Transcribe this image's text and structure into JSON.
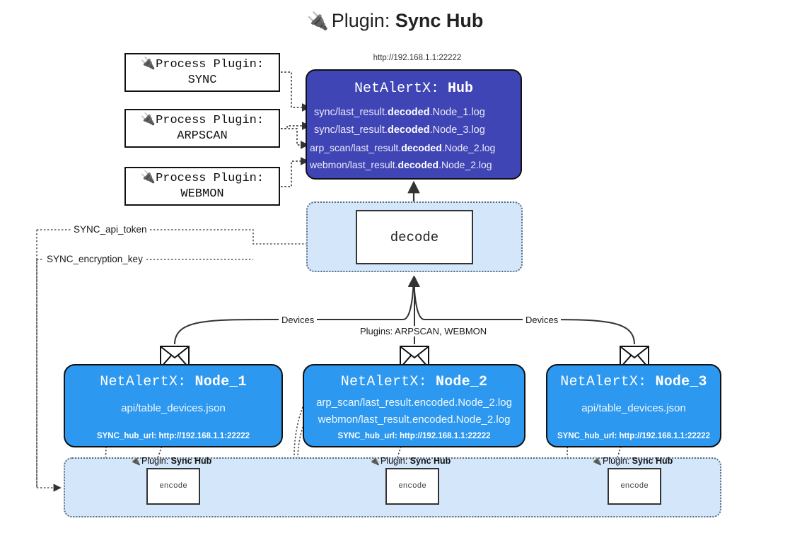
{
  "title": {
    "icon": "plug-icon",
    "prefix": "Plugin: ",
    "name": "Sync Hub"
  },
  "hub": {
    "url": "http://192.168.1.1:22222",
    "label_prefix": "NetAlertX: ",
    "label_name": "Hub",
    "logs": [
      {
        "pre": "sync/last_result.",
        "em": "decoded",
        "post": ".Node_1.log"
      },
      {
        "pre": "sync/last_result.",
        "em": "decoded",
        "post": ".Node_3.log"
      },
      {
        "pre": "arp_scan/last_result.",
        "em": "decoded",
        "post": ".Node_2.log"
      },
      {
        "pre": "webmon/last_result.",
        "em": "decoded",
        "post": ".Node_2.log"
      }
    ]
  },
  "process_plugins": [
    {
      "icon": "plug-icon",
      "line1": "Process Plugin:",
      "line2": "SYNC"
    },
    {
      "icon": "plug-icon",
      "line1": "Process Plugin:",
      "line2": "ARPSCAN"
    },
    {
      "icon": "plug-icon",
      "line1": "Process Plugin:",
      "line2": "WEBMON"
    }
  ],
  "decode": {
    "box_label": "decode"
  },
  "keys": [
    {
      "label": "SYNC_api_token"
    },
    {
      "label": "SYNC_encryption_key"
    }
  ],
  "mid_labels": {
    "devices_left": "Devices",
    "plugins_center": "Plugins: ARPSCAN, WEBMON",
    "devices_right": "Devices"
  },
  "nodes": [
    {
      "title_prefix": "NetAlertX: ",
      "title_name": "Node_1",
      "lines": [
        "api/table_devices.json"
      ],
      "url_key": "SYNC_hub_url: ",
      "url_value": "http://192.168.1.1:22222",
      "envelope": "envelope-icon"
    },
    {
      "title_prefix": "NetAlertX: ",
      "title_name": "Node_2",
      "lines": [
        "arp_scan/last_result.encoded.Node_2.log",
        "webmon/last_result.encoded.Node_2.log"
      ],
      "url_key": "SYNC_hub_url: ",
      "url_value": "http://192.168.1.1:22222",
      "envelope": "envelope-icon"
    },
    {
      "title_prefix": "NetAlertX: ",
      "title_name": "Node_3",
      "lines": [
        "api/table_devices.json"
      ],
      "url_key": "SYNC_hub_url: ",
      "url_value": "http://192.168.1.1:22222",
      "envelope": "envelope-icon"
    }
  ],
  "encoders": [
    {
      "caption_prefix": "Plugin: ",
      "caption_name": "Sync Hub",
      "box_label": "encode",
      "icon": "plug-icon"
    },
    {
      "caption_prefix": "Plugin: ",
      "caption_name": "Sync Hub",
      "box_label": "encode",
      "icon": "plug-icon"
    },
    {
      "caption_prefix": "Plugin: ",
      "caption_name": "Sync Hub",
      "box_label": "encode",
      "icon": "plug-icon"
    }
  ],
  "colors": {
    "hub_fill": "#4045b5",
    "node_fill": "#2c98f0",
    "band_fill": "#d4e7fa",
    "stroke": "#111111"
  }
}
